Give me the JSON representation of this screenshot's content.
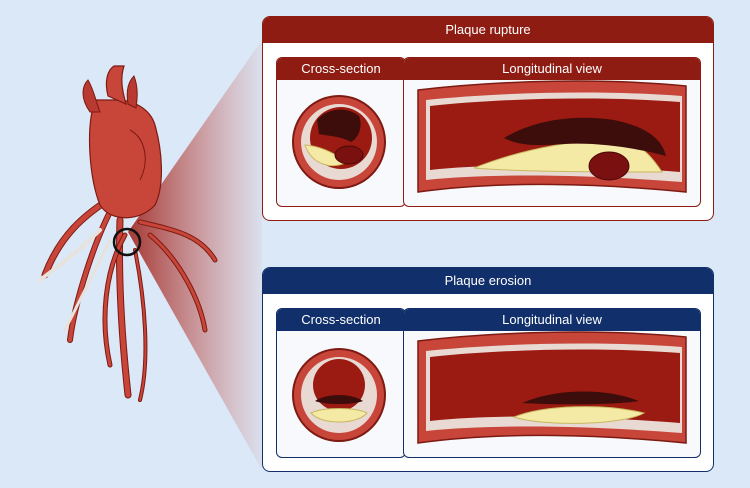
{
  "colors": {
    "rupture_accent": "#8e1c12",
    "erosion_accent": "#102f6b",
    "background": "#dbe8f7",
    "artery_wall": "#c8453a",
    "lumen": "#9b1a12",
    "lipid": "#f5eaa5",
    "thrombus": "#3d0d0b"
  },
  "rupture_panel": {
    "title": "Plaque rupture",
    "cross_section_label": "Cross-section",
    "longitudinal_label": "Longitudinal view"
  },
  "erosion_panel": {
    "title": "Plaque erosion",
    "cross_section_label": "Cross-section",
    "longitudinal_label": "Longitudinal view"
  }
}
